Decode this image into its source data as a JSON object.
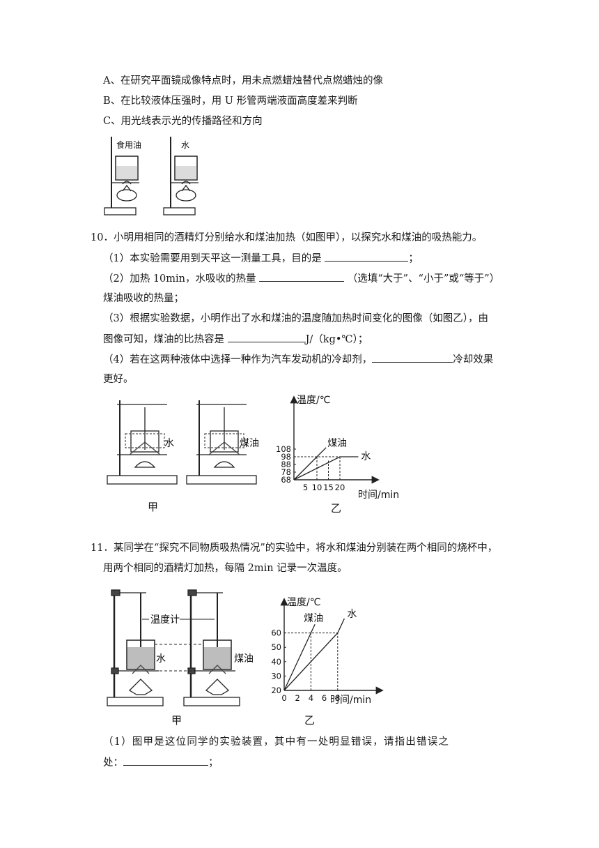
{
  "options": {
    "a": "A、在研究平面镜成像特点时，用未点燃蜡烛替代点燃蜡烛的像",
    "b": "B、在比较液体压强时，用 U 形管两端液面高度差来判断",
    "c": "C、用光线表示光的传播路径和方向"
  },
  "top_figure": {
    "label_oil": "食用油",
    "label_water": "水"
  },
  "q10": {
    "stem": "10．小明用相同的酒精灯分别给水和煤油加热（如图甲），以探究水和煤油的吸热能力。",
    "p1_a": "（1）本实验需要用到天平这一测量工具，目的是",
    "p1_end": "；",
    "p2_a": "（2）加热 10min，水吸收的热量",
    "p2_b": "（选填“大于”、“小于”或“等于”）",
    "p2_c": "煤油吸收的热量；",
    "p3_a": "（3）根据实验数据，小明作出了水和煤油的温度随加热时间变化的图像（如图乙），由",
    "p3_b": "图像可知，煤油的比热容是",
    "p3_unit": "J/（kg•℃）；",
    "p4_a": "（4）若在这两种液体中选择一种作为汽车发动机的冷却剂，",
    "p4_b": "冷却效果",
    "p4_c": "更好。",
    "fig_label_water": "水",
    "fig_label_oil": "煤油",
    "caption_jia": "甲",
    "caption_yi": "乙"
  },
  "q11": {
    "stem_a": "11．某同学在“探究不同物质吸热情况”的实验中，将水和煤油分别装在两个相同的烧杯中，",
    "stem_b": "用两个相同的酒精灯加热，每隔 2min 记录一次温度。",
    "fig_label_thermometer": "温度计",
    "fig_label_water": "水",
    "fig_label_oil": "煤油",
    "caption_jia": "甲",
    "caption_yi": "乙",
    "p1_a": "（1）图甲是这位同学的实验装置，其中有一处明显错误，请指出错误之",
    "p1_b": "处：",
    "p1_end": "；"
  },
  "chart_data": [
    {
      "type": "line",
      "ylabel": "温度/℃",
      "xlabel": "时间/min",
      "y_ticks": [
        "68",
        "78",
        "88",
        "98",
        "108"
      ],
      "x_ticks": [
        "5",
        "10",
        "15",
        "20"
      ],
      "series": [
        {
          "name": "煤油",
          "points": [
            [
              0,
              68
            ],
            [
              10,
              98
            ],
            [
              14,
              110
            ]
          ]
        },
        {
          "name": "水",
          "points": [
            [
              0,
              68
            ],
            [
              20,
              98
            ],
            [
              28,
              98
            ]
          ]
        }
      ]
    },
    {
      "type": "line",
      "ylabel": "温度/℃",
      "xlabel": "时间/min",
      "y_ticks": [
        "20",
        "30",
        "40",
        "50",
        "60"
      ],
      "x_ticks": [
        "0",
        "2",
        "4",
        "6",
        "8"
      ],
      "series": [
        {
          "name": "煤油",
          "points": [
            [
              0,
              20
            ],
            [
              4,
              60
            ],
            [
              4.6,
              66
            ]
          ]
        },
        {
          "name": "水",
          "points": [
            [
              0,
              20
            ],
            [
              8,
              60
            ],
            [
              9,
              70
            ]
          ]
        }
      ]
    }
  ]
}
